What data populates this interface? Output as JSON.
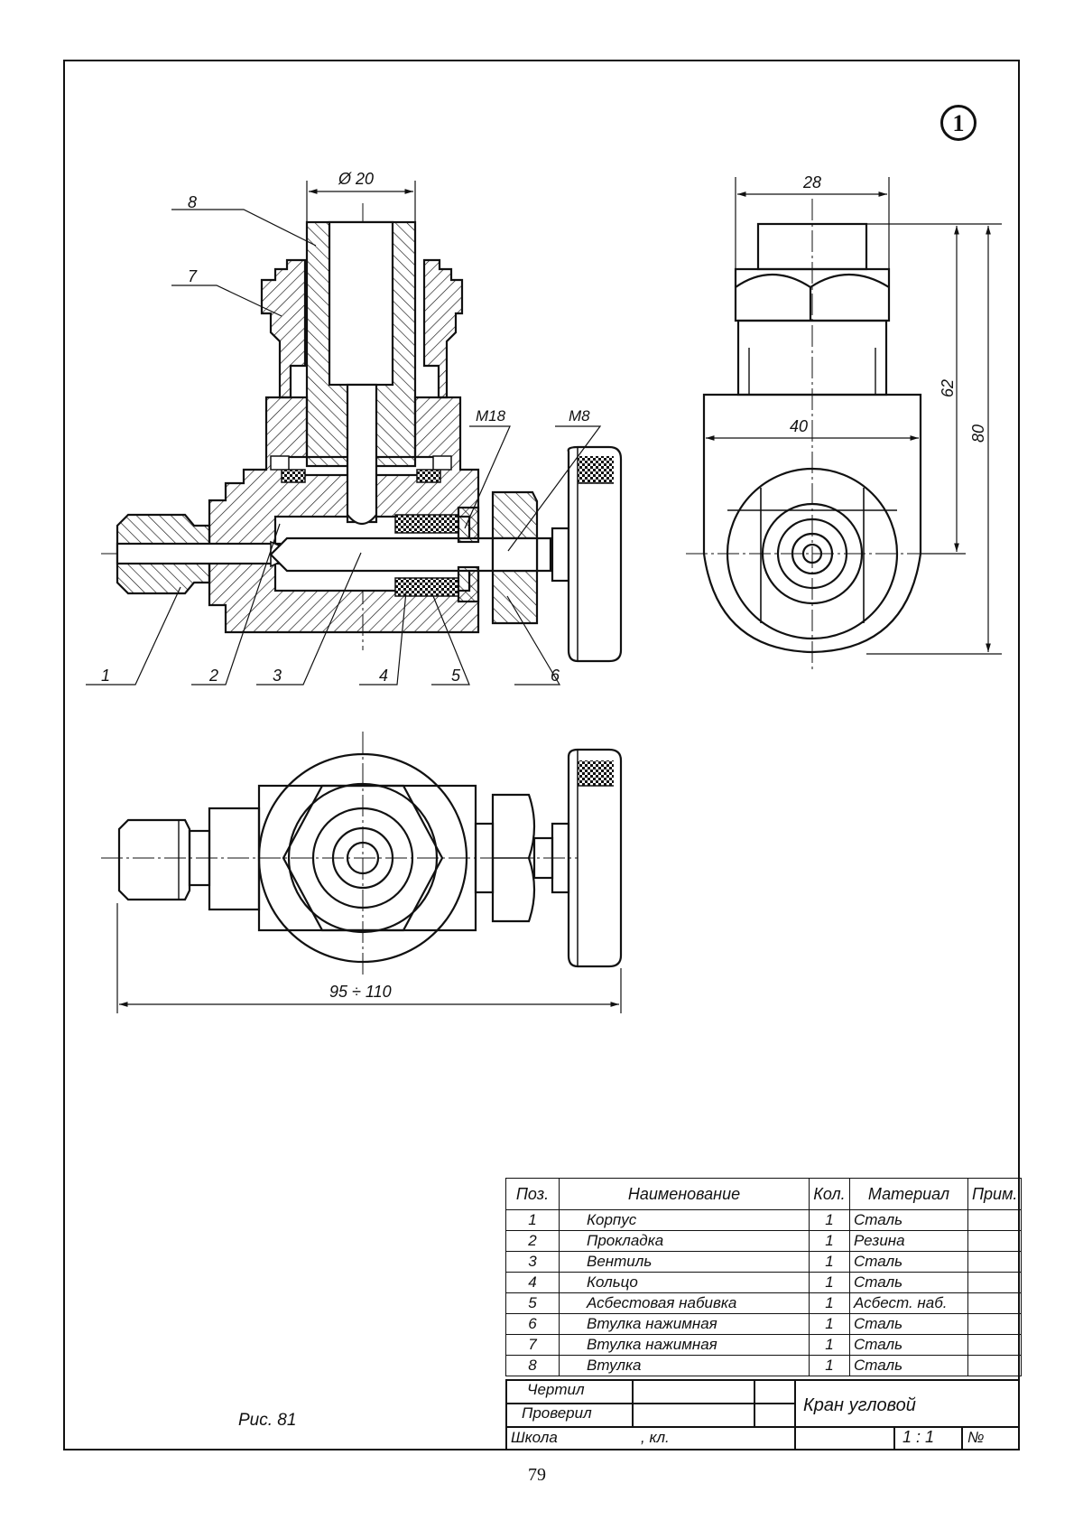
{
  "sheet_number": "1",
  "figure_caption": "Рис. 81",
  "page_number": "79",
  "dimensions": {
    "d20": "Ø 20",
    "w28": "28",
    "h62": "62",
    "h80": "80",
    "w40": "40",
    "m18": "M18",
    "m8": "M8",
    "len": "95 ÷ 110"
  },
  "leaders": [
    "8",
    "7",
    "1",
    "2",
    "3",
    "4",
    "5",
    "6"
  ],
  "parts_table": {
    "headers": [
      "Поз.",
      "Наименование",
      "Кол.",
      "Материал",
      "Прим."
    ],
    "rows": [
      {
        "pos": "1",
        "name": "Корпус",
        "qty": "1",
        "material": "Сталь"
      },
      {
        "pos": "2",
        "name": "Прокладка",
        "qty": "1",
        "material": "Резина"
      },
      {
        "pos": "3",
        "name": "Вентиль",
        "qty": "1",
        "material": "Сталь"
      },
      {
        "pos": "4",
        "name": "Кольцо",
        "qty": "1",
        "material": "Сталь"
      },
      {
        "pos": "5",
        "name": "Асбестовая набивка",
        "qty": "1",
        "material": "Асбест. наб."
      },
      {
        "pos": "6",
        "name": "Втулка нажимная",
        "qty": "1",
        "material": "Сталь"
      },
      {
        "pos": "7",
        "name": "Втулка нажимная",
        "qty": "1",
        "material": "Сталь"
      },
      {
        "pos": "8",
        "name": "Втулка",
        "qty": "1",
        "material": "Сталь"
      }
    ]
  },
  "title_block": {
    "drew": "Чертил",
    "checked": "Проверил",
    "school": "Школа",
    "class": ", кл.",
    "title": "Кран угловой",
    "scale": "1 : 1",
    "number_label": "№"
  }
}
